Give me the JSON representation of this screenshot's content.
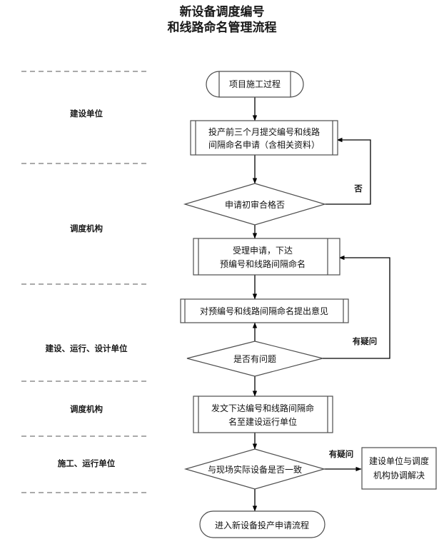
{
  "document": {
    "title_line1": "新设备调度编号",
    "title_line2": "和线路命名管理流程"
  },
  "swimlanes": [
    {
      "id": "lane-construction-unit",
      "label": "建设单位"
    },
    {
      "id": "lane-dispatch-org-1",
      "label": "调度机构"
    },
    {
      "id": "lane-construction-operation-design",
      "label": "建设、运行、设计单位"
    },
    {
      "id": "lane-dispatch-org-2",
      "label": "调度机构"
    },
    {
      "id": "lane-construction-operation",
      "label": "施工、运行单位"
    }
  ],
  "nodes": {
    "start": {
      "id": "node-start",
      "shape": "stadium-banded",
      "text_lines": [
        "项目施工过程"
      ]
    },
    "submit_application": {
      "id": "node-submit-application",
      "shape": "predefined-process",
      "text_lines": [
        "投产前三个月提交编号和线路",
        "间隔命名申请（含相关资料）"
      ]
    },
    "review_decision": {
      "id": "node-review-decision",
      "shape": "diamond",
      "text_lines": [
        "申请初审合格否"
      ]
    },
    "accept_application": {
      "id": "node-accept-application",
      "shape": "predefined-process",
      "text_lines": [
        "受理申请，下达",
        "预编号和线路间隔命名"
      ]
    },
    "give_opinion": {
      "id": "node-give-opinion",
      "shape": "predefined-process",
      "text_lines": [
        "对预编号和线路间隔命名提出意见"
      ]
    },
    "problem_decision": {
      "id": "node-problem-decision",
      "shape": "diamond",
      "text_lines": [
        "是否有问题"
      ]
    },
    "issue_document": {
      "id": "node-issue-document",
      "shape": "predefined-process",
      "text_lines": [
        "发文下达编号和线路间隔命",
        "名至建设运行单位"
      ]
    },
    "consistency_decision": {
      "id": "node-consistency-decision",
      "shape": "diamond",
      "text_lines": [
        "与现场实际设备是否一致"
      ]
    },
    "coordinate_resolve": {
      "id": "node-coordinate-resolve",
      "shape": "rectangle",
      "text_lines": [
        "建设单位与调度",
        "机构协调解决"
      ]
    },
    "end": {
      "id": "node-end",
      "shape": "stadium",
      "text_lines": [
        "进入新设备投产申请流程"
      ]
    }
  },
  "edge_labels": {
    "review_no": "否",
    "problem_doubt": "有疑问",
    "consistency_doubt": "有疑问"
  },
  "colors": {
    "shape_stroke": "#4d4d4d",
    "connector": "#000000",
    "lane_divider": "#777777",
    "text": "#111111",
    "background": "#ffffff"
  }
}
